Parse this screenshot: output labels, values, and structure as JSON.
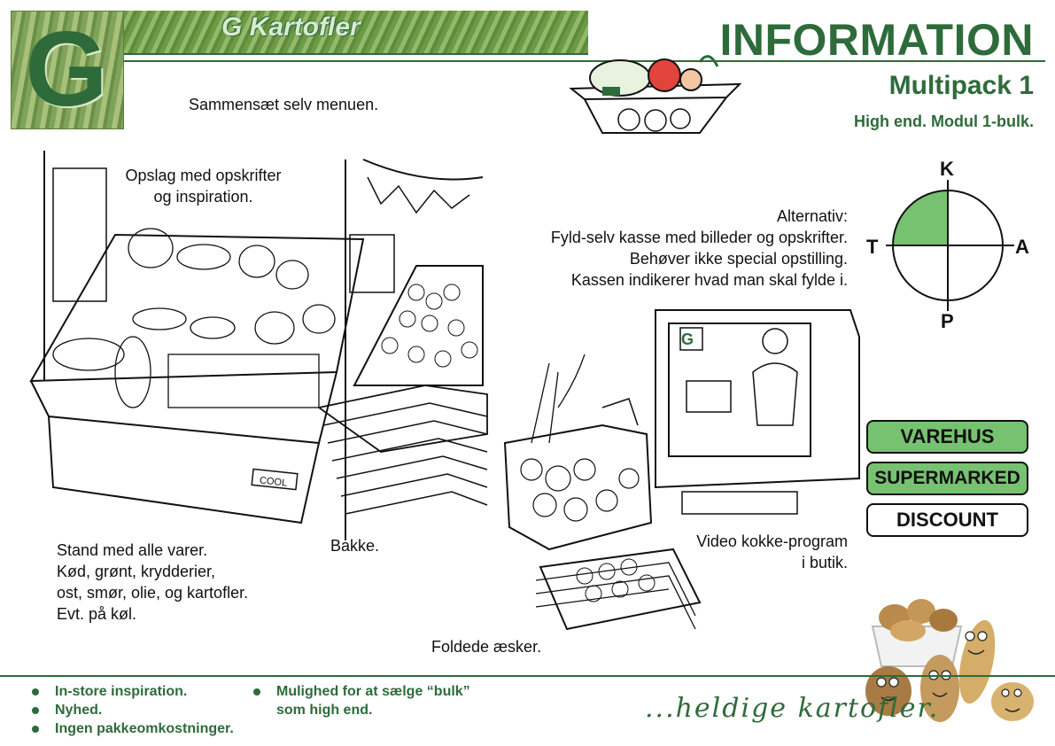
{
  "brand": {
    "logo_letter": "G",
    "name": "G Kartofler"
  },
  "header": {
    "title": "INFORMATION",
    "subtitle": "Multipack 1",
    "subline": "High end. Modul 1-bulk."
  },
  "intro": "Sammensæt selv menuen.",
  "captions": {
    "opslag": [
      "Opslag med opskrifter",
      "og inspiration."
    ],
    "alternativ": [
      "Alternativ:",
      "Fyld-selv kasse med billeder og opskrifter.",
      "Behøver ikke special opstilling.",
      "Kassen indikerer hvad man skal fylde i."
    ],
    "stand": [
      "Stand med alle varer.",
      "Kød, grønt, krydderier,",
      "ost, smør, olie, og kartofler.",
      "Evt. på køl."
    ],
    "bakke": "Bakke.",
    "video": [
      "Video kokke-program",
      "i butik."
    ],
    "foldede": "Foldede æsker."
  },
  "quadrant": {
    "top": "K",
    "left": "T",
    "right": "A",
    "bottom": "P",
    "fill_color": "#76c270"
  },
  "channels": [
    {
      "label": "VAREHUS",
      "active": true
    },
    {
      "label": "SUPERMARKED",
      "active": true
    },
    {
      "label": "DISCOUNT",
      "active": false
    }
  ],
  "footer": {
    "col1": [
      "In-store inspiration.",
      "Nyhed.",
      "Ingen pakkeomkostninger."
    ],
    "col2": [
      "Mulighed for at sælge “bulk”",
      "som high end."
    ]
  },
  "tagline": "...heldige kartofler.",
  "illustration_labels": {
    "cool": "COOL"
  },
  "colors": {
    "brand_green": "#2e6b3a",
    "active_button": "#76c270"
  }
}
